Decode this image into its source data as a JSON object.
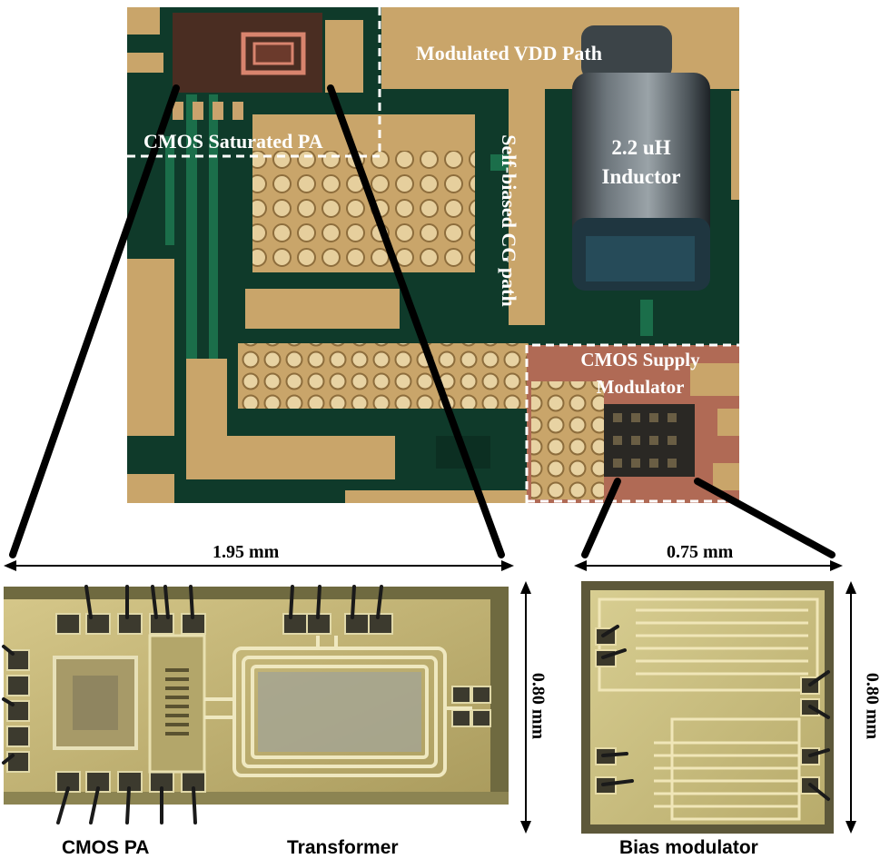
{
  "board_photo": {
    "labels": {
      "modulated_vdd": "Modulated VDD Path",
      "cmos_pa": "CMOS Saturated PA",
      "cg_path": "Self-biased CG path",
      "inductor_line1": "2.2 uH",
      "inductor_line2": "Inductor",
      "supply_mod_line1": "CMOS Supply",
      "supply_mod_line2": "Modulator"
    }
  },
  "dimensions": {
    "pa_width": "1.95 mm",
    "pa_height": "0.80 mm",
    "bias_width": "0.75 mm",
    "bias_height": "0.80 mm"
  },
  "captions": {
    "cmos_pa": "CMOS PA",
    "transformer": "Transformer",
    "bias_modulator": "Bias modulator"
  },
  "colors": {
    "pcb_green": "#0f3a2a",
    "gold": "#c9a56a",
    "die_gold": "#c8b878",
    "white": "#ffffff"
  }
}
